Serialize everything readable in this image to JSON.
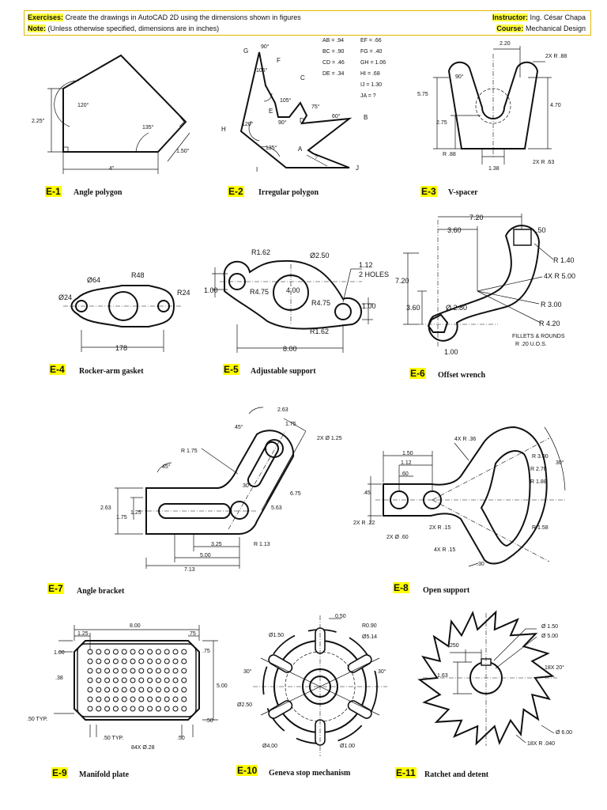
{
  "header": {
    "exercises_label": "Exercises:",
    "exercises_text": "Create the drawings in AutoCAD 2D using the dimensions shown in figures",
    "note_label": "Note:",
    "note_text": "(Unless otherwise specified, dimensions are in inches)",
    "instructor_label": "Instructor:",
    "instructor_name": "Ing. César Chapa",
    "course_label": "Course:",
    "course_name": "Mechanical Design"
  },
  "exercises": [
    {
      "code": "E-1",
      "title": "Angle polygon"
    },
    {
      "code": "E-2",
      "title": "Irregular polygon"
    },
    {
      "code": "E-3",
      "title": "V-spacer"
    },
    {
      "code": "E-4",
      "title": "Rocker-arm gasket"
    },
    {
      "code": "E-5",
      "title": "Adjustable support"
    },
    {
      "code": "E-6",
      "title": "Offset wrench"
    },
    {
      "code": "E-7",
      "title": "Angle bracket"
    },
    {
      "code": "E-8",
      "title": "Open support"
    },
    {
      "code": "E-9",
      "title": "Manifold plate"
    },
    {
      "code": "E-10",
      "title": "Geneva stop mechanism"
    },
    {
      "code": "E-11",
      "title": "Ratchet and detent"
    }
  ],
  "e1": {
    "a120": "120°",
    "a135": "135°",
    "h": "2.25\"",
    "w": "4\"",
    "s": "1.50\""
  },
  "e2": {
    "labels": [
      "A",
      "B",
      "C",
      "D",
      "E",
      "F",
      "G",
      "H",
      "I",
      "J"
    ],
    "a90": "90°",
    "a105a": "105°",
    "a105b": "105°",
    "a75": "75°",
    "a90b": "90°",
    "a60": "60°",
    "a120": "120°",
    "a135": "135°",
    "q": "?",
    "dims": [
      "AB = .94",
      "BC = .90",
      "CD = .46",
      "DE = .34",
      "EF = .66",
      "FG = .40",
      "GH = 1.06",
      "HI = .68",
      "IJ = 1.30",
      "JA = ?"
    ]
  },
  "e3": {
    "d220": "2.20",
    "r88a": "2X R .88",
    "a90": "90°",
    "d575": "5.75",
    "d470": "4.70",
    "d275": "2.75",
    "r88b": "R .88",
    "d138": "1.38",
    "r63": "2X R .63"
  },
  "e4": {
    "d64": "Ø64",
    "r48": "R48",
    "d24": "Ø24",
    "r24": "R24",
    "w": "178"
  },
  "e5": {
    "r162a": "R1.62",
    "d250": "Ø2.50",
    "d112": "1.12",
    "holes": "2 HOLES",
    "d100a": "1.00",
    "r475a": "R4.75",
    "d400": "4.00",
    "r475b": "R4.75",
    "d100b": "1.00",
    "r162b": "R1.62",
    "w": "8.00"
  },
  "e6": {
    "d720a": "7.20",
    "d360a": "3.60",
    "d50": ".50",
    "r140": "R 1.40",
    "r500": "4X R 5.00",
    "d720b": "7.20",
    "d360b": "3.60",
    "d280": "Ø 2.80",
    "r300": "R 3.00",
    "r420": "R 4.20",
    "note1": "FILLETS & ROUNDS",
    "note2": "R .20 U.O.S.",
    "d100": "1.00"
  },
  "e7": {
    "d263a": "2.63",
    "d175a": "1.75",
    "a45a": "45°",
    "d125a": "2X Ø 1.25",
    "r175": "R 1.75",
    "a45b": "45°",
    "a30": "30°",
    "d675": "6.75",
    "d563": "5.63",
    "d263b": "2.63",
    "d125b": "1.25",
    "d175b": "1.75",
    "d325": "3.25",
    "r113": "R 1.13",
    "d500": "5.00",
    "d713": "7.13"
  },
  "e8": {
    "r36": "4X R .36",
    "d150": "1.50",
    "d112": "1.12",
    "d60": ".60",
    "d45": ".45",
    "r300": "R 3.00",
    "r270": "R 2.70",
    "r188": "R 1.88",
    "a30": "30°",
    "r22": "2X R .22",
    "r15a": "2X R .15",
    "d60b": "2X Ø .60",
    "r158": "R 1.58",
    "r15b": "4X R .15",
    "d30": ".30"
  },
  "e9": {
    "d800": "8.00",
    "d125": "1.25",
    "d75a": ".75",
    "d100": "1.00",
    "d75b": ".75",
    "d38": ".38",
    "d500": "5.00",
    "d50typ": ".50 TYP.",
    "d50a": ".50",
    "d50typ2": ".50 TYP.",
    "holes": "84X Ø.28",
    "d50b": ".50"
  },
  "e10": {
    "d50": "0.50",
    "r90": "R0.90",
    "d150": "Ø1.50",
    "d514": "Ø5.14",
    "a30a": "30°",
    "a30b": "30°",
    "d250": "Ø2.50",
    "d400": "Ø4.00",
    "d100": "Ø1.00"
  },
  "e11": {
    "d150": "Ø 1.50",
    "d500": "Ø 5.00",
    "d250": ".250",
    "d163": "1.63",
    "teeth": "18X 20°",
    "d600": "Ø 6.00",
    "r040": "18X R .040"
  }
}
